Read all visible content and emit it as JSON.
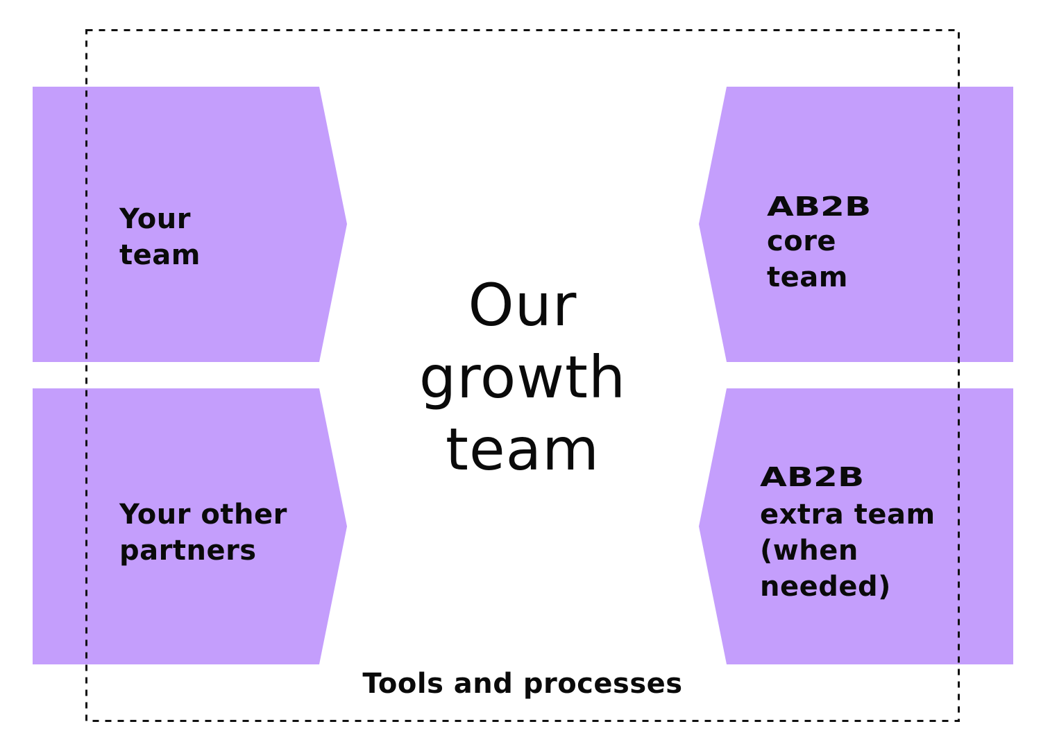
{
  "title": {
    "lines": [
      "Our",
      "growth",
      "team"
    ]
  },
  "footer": {
    "label": "Tools and processes"
  },
  "left_blocks": [
    {
      "lines": [
        "Your",
        "team"
      ]
    },
    {
      "lines": [
        "Your other",
        "partners"
      ]
    }
  ],
  "right_blocks": [
    {
      "brand": "AB2B",
      "lines": [
        "core",
        "team"
      ]
    },
    {
      "brand": "AB2B",
      "lines": [
        "extra team",
        "(when",
        "needed)"
      ]
    }
  ],
  "colors": {
    "block_fill": "#c49efc",
    "border": "#111111",
    "text": "#0a0a0a"
  }
}
